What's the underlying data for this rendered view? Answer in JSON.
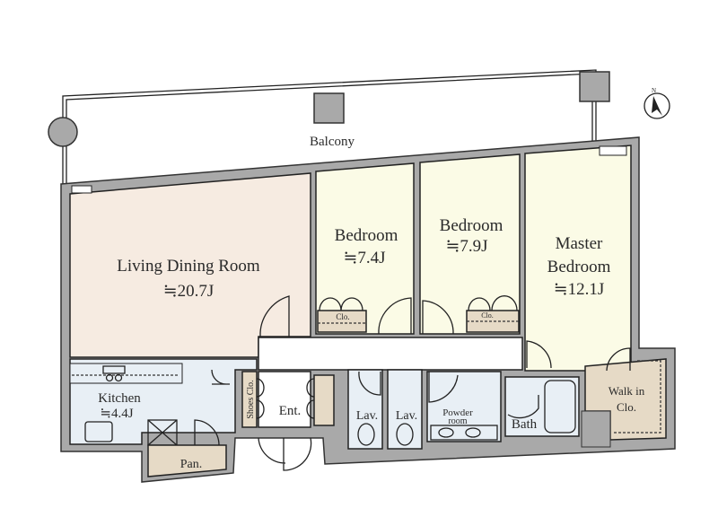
{
  "plan": {
    "balcony": "Balcony",
    "compass": "N",
    "rooms": {
      "living": {
        "name": "Living Dining Room",
        "size": "≒20.7J"
      },
      "bedroom1": {
        "name": "Bedroom",
        "size": "≒7.4J"
      },
      "bedroom2": {
        "name": "Bedroom",
        "size": "≒7.9J"
      },
      "master": {
        "name1": "Master",
        "name2": "Bedroom",
        "size": "≒12.1J"
      },
      "kitchen": {
        "name": "Kitchen",
        "size": "≒4.4J"
      },
      "pantry": "Pan.",
      "shoe_closet": "Shoes Clo.",
      "entrance": "Ent.",
      "lav1": "Lav.",
      "lav2": "Lav.",
      "powder1": "Powder",
      "powder2": "room",
      "bath": "Bath",
      "walkin1": "Walk in",
      "walkin2": "Clo.",
      "closet1": "Clo.",
      "closet2": "Clo."
    },
    "colors": {
      "living": "#f6ebe1",
      "bedroom": "#fbfbe6",
      "wet": "#e8eff5",
      "closet": "#e6dac6",
      "wall": "#a9a9a9"
    }
  }
}
